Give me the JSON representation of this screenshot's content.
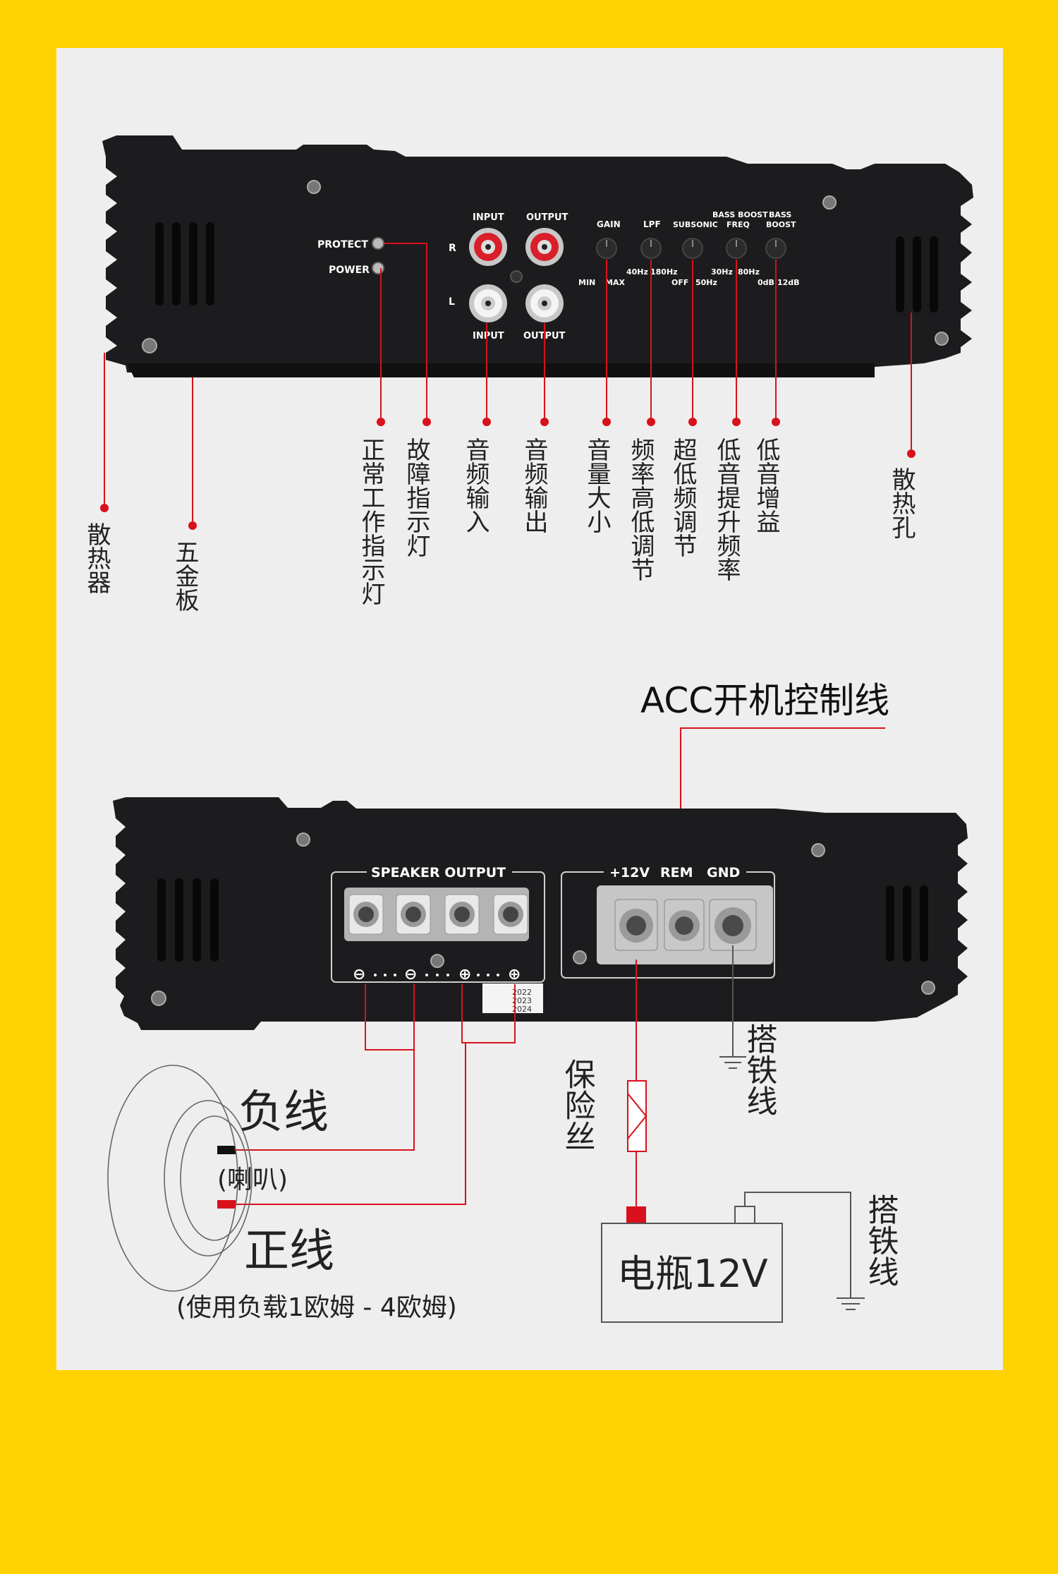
{
  "colors": {
    "frame": "#FFD200",
    "panel_bg": "#EEEEEE",
    "amp_body": "#1c1c1e",
    "accent_red": "#d8111c",
    "rca_red": "#d81f2a"
  },
  "top_panel": {
    "led_labels": {
      "protect": "PROTECT",
      "power": "POWER"
    },
    "channel_labels": {
      "right": "R",
      "left": "L"
    },
    "rca_labels": {
      "input_top": "INPUT",
      "output_top": "OUTPUT",
      "input_bottom": "INPUT",
      "output_bottom": "OUTPUT"
    },
    "knobs": {
      "gain": "GAIN",
      "lpf": "LPF",
      "subsonic": "SUBSONIC",
      "bass_boost_freq_1": "BASS BOOST",
      "bass_boost_freq_2": "FREQ",
      "bass_boost_1": "BASS",
      "bass_boost_2": "BOOST"
    },
    "knob_ranges": {
      "gain_min": "MIN",
      "gain_max": "MAX",
      "lpf_min": "40Hz",
      "lpf_max": "180Hz",
      "sub_min": "OFF",
      "sub_max": "50Hz",
      "freq_min": "30Hz",
      "freq_max": "80Hz",
      "boost_min": "0dB",
      "boost_max": "12dB"
    }
  },
  "top_callouts": {
    "heatsink": "散热器",
    "hardware_plate": "五金板",
    "power_indicator": "正常工作指示灯",
    "fault_indicator": "故障指示灯",
    "audio_input": "音频输入",
    "audio_output": "音频输出",
    "volume": "音量大小",
    "frequency": "频率高低调节",
    "subsonic_adjust": "超低频调节",
    "bass_boost_freq": "低音提升频率",
    "bass_gain": "低音增益",
    "vent_holes": "散热孔"
  },
  "bottom_panel": {
    "speaker_output": "SPEAKER OUTPUT",
    "polarity": [
      "⊖",
      "⊖",
      "⊕",
      "⊕"
    ],
    "power_labels": {
      "v12": "+12V",
      "rem": "REM",
      "gnd": "GND"
    },
    "sticker_lines": [
      "2022",
      "2023",
      "2024"
    ]
  },
  "bottom_callouts": {
    "acc": "ACC开机控制线",
    "ground_1": "搭铁线",
    "fuse": "保险丝",
    "negative": "负线",
    "speaker": "(喇叭)",
    "positive": "正线",
    "load_note": "(使用负载1欧姆 - 4欧姆)",
    "battery": "电瓶12V",
    "ground_2": "搭铁线"
  }
}
